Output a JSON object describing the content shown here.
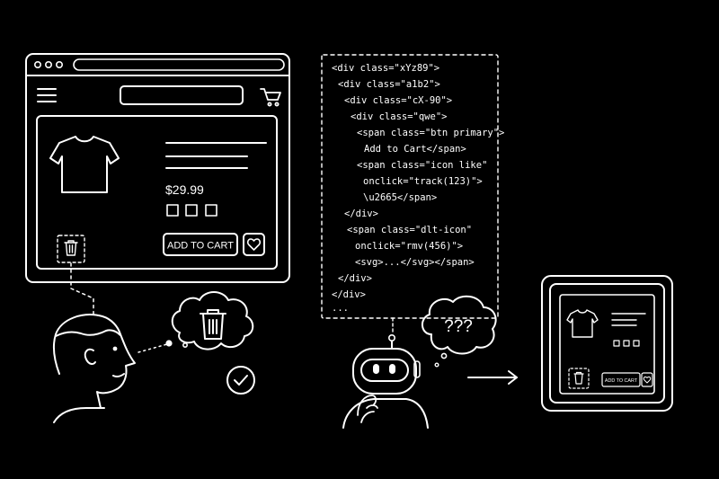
{
  "product": {
    "price": "$29.99",
    "add_to_cart": "ADD TO CART",
    "mini_add_to_cart": "ADD TO CART"
  },
  "thought": {
    "robot": "???"
  },
  "code": {
    "lines": [
      "<div class=\"xYz89\">",
      "<div class=\"a1b2\">",
      "<div class=\"cX-90\">",
      "<div class=\"qwe\">",
      "<span class=\"btn primary\">",
      "Add to Cart</span>",
      "<span class=\"icon like\"",
      "onclick=\"track(123)\">",
      "\\u2665</span>",
      "</div>",
      "<span class=\"dlt-icon\"",
      "onclick=\"rmv(456)\">",
      "<svg>...</svg></span>",
      "</div>",
      "</div>",
      "..."
    ]
  },
  "colors": {
    "background": "#000000",
    "line": "#ffffff"
  }
}
